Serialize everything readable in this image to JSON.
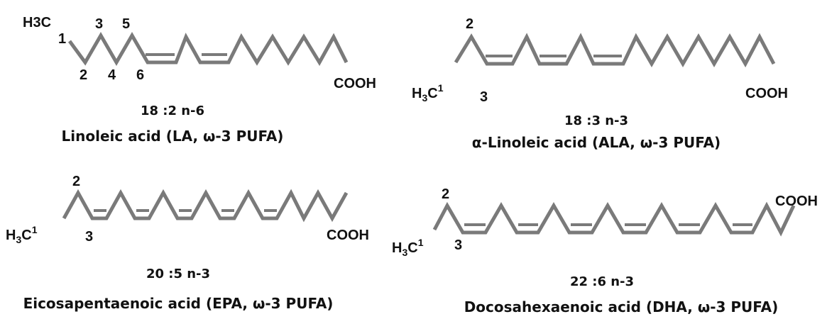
{
  "panels": [
    {
      "formula": "18 :2 n-6",
      "name": "Linoleic acid (LA, ω-3 PUFA)",
      "methyl_label": "H3C",
      "carbon_numbers": [
        "1",
        "2",
        "3",
        "4",
        "5",
        "6"
      ],
      "terminal_group": "COOH"
    },
    {
      "formula": "18 :3 n-3",
      "name": "α-Linoleic acid (ALA, ω-3 PUFA)",
      "methyl_label_parts": [
        "H",
        "3",
        "C",
        "1"
      ],
      "carbon_numbers": [
        "2",
        "3"
      ],
      "terminal_group": "COOH"
    },
    {
      "formula": "20 :5 n-3",
      "name": "Eicosapentaenoic acid (EPA, ω-3 PUFA)",
      "methyl_label_parts": [
        "H",
        "3",
        "C",
        "1"
      ],
      "carbon_numbers": [
        "2",
        "3"
      ],
      "terminal_group": "COOH"
    },
    {
      "formula": "22 :6 n-3",
      "name": "Docosahexaenoic acid (DHA, ω-3 PUFA)",
      "methyl_label_parts": [
        "H",
        "3",
        "C",
        "1"
      ],
      "carbon_numbers": [
        "2",
        "3"
      ],
      "terminal_group": "COOH"
    }
  ]
}
